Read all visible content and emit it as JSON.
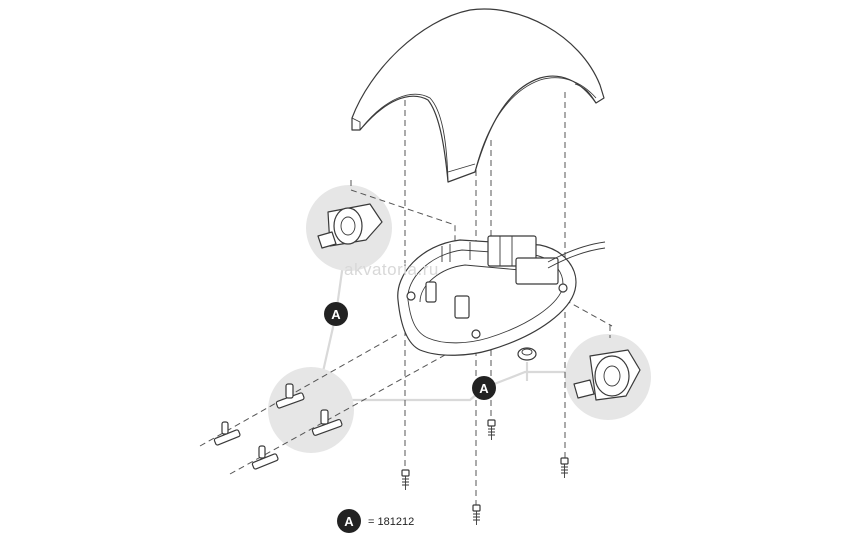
{
  "callouts": {
    "label": "A"
  },
  "legend": {
    "label": "A",
    "text": "= 181212"
  },
  "watermark": {
    "text": "akvatoria.ru"
  },
  "colors": {
    "badge": "#222222",
    "circle_bg": "#e6e6e6",
    "leader": "#d9d9d9",
    "line": "#3a3a3a"
  }
}
